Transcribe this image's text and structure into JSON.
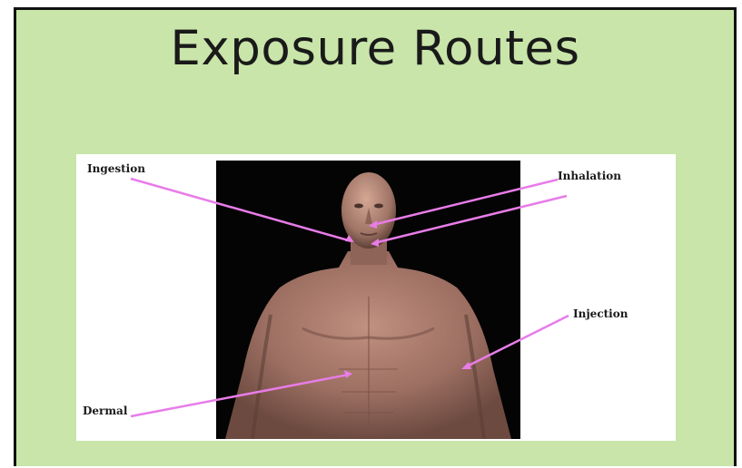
{
  "slide": {
    "title": "Exposure Routes"
  },
  "figure": {
    "labels": {
      "ingestion": "Ingestion",
      "inhalation": "Inhalation",
      "injection": "Injection",
      "dermal": "Dermal"
    },
    "colors": {
      "panel_background": "#c9e5a9",
      "pointer_line": "#e87ce8",
      "photo_background": "#040404",
      "skin": "#a77a6c"
    }
  }
}
